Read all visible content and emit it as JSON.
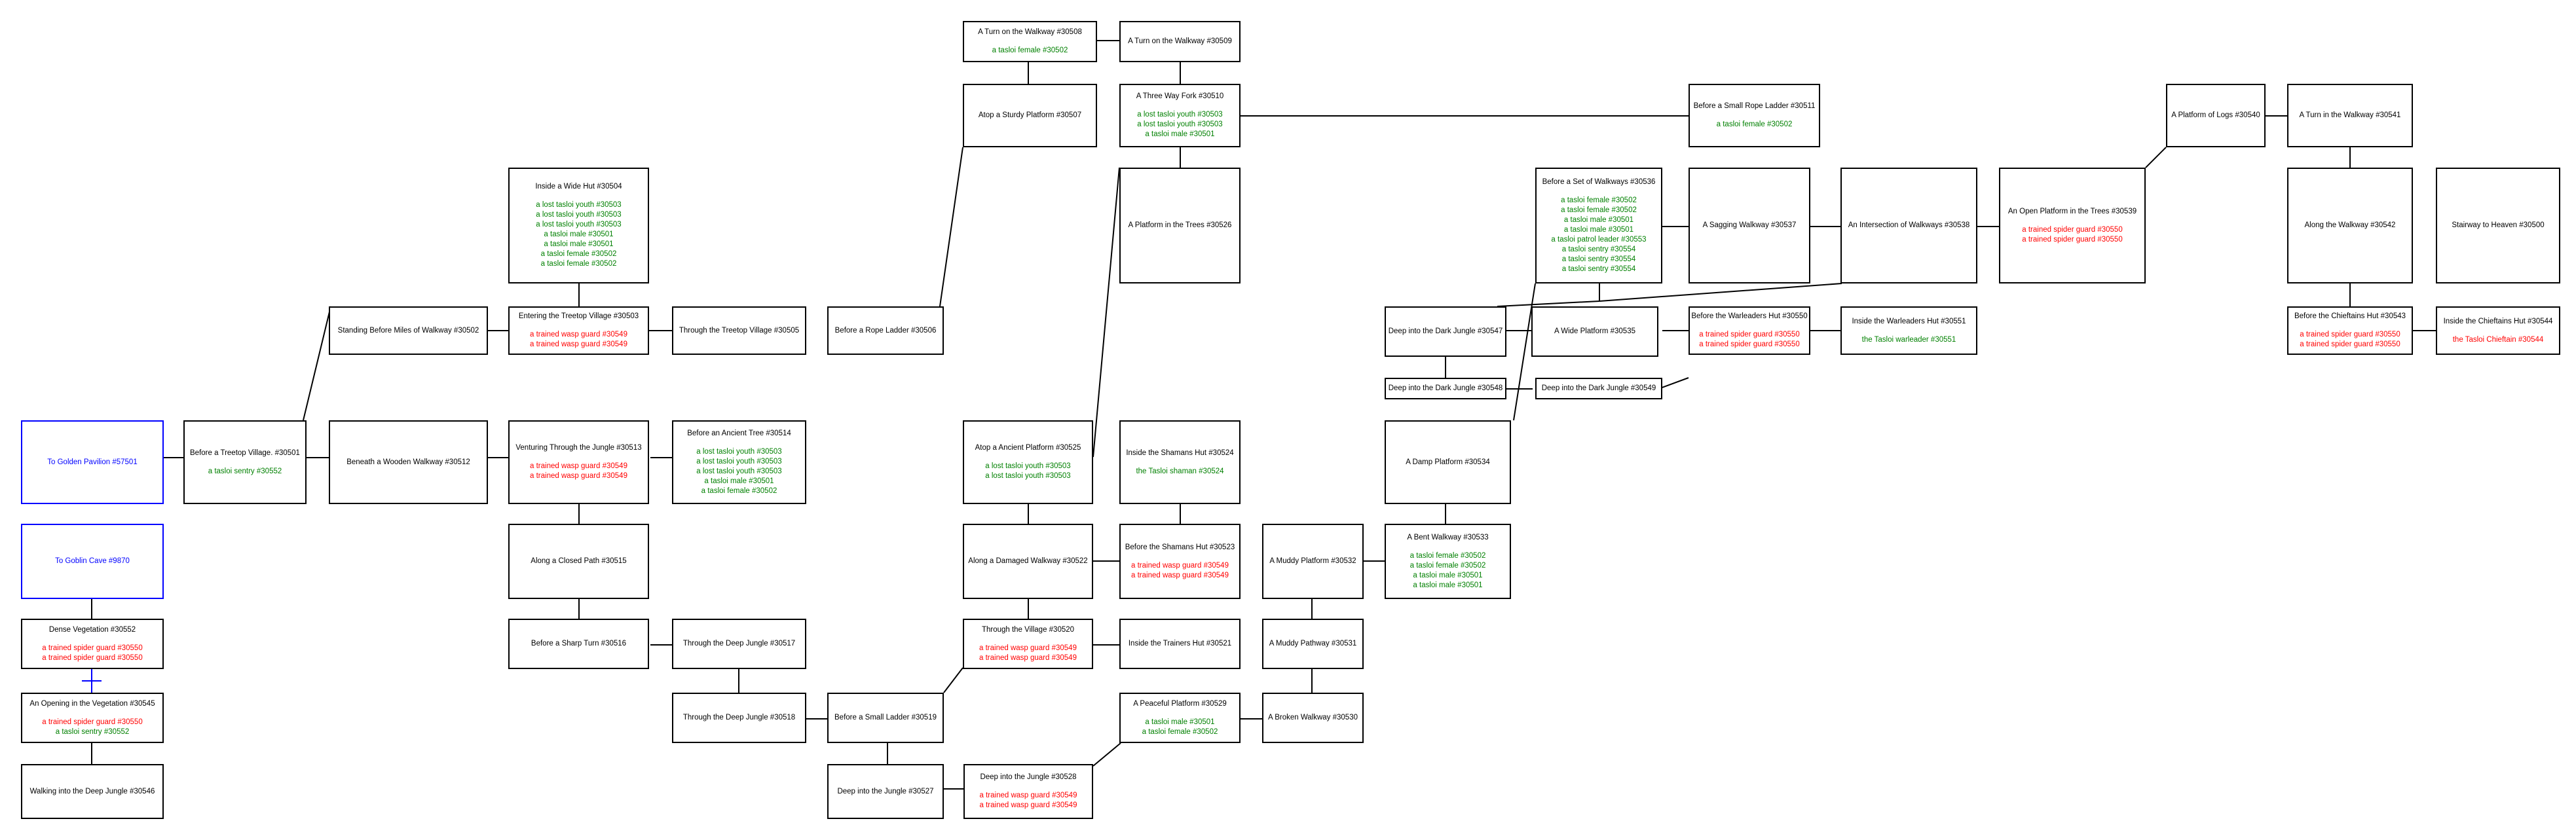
{
  "colors": {
    "background": "#ffffff",
    "border": "#000000",
    "exit": "#0000ff",
    "friendly": "#008000",
    "hostile": "#ff0000",
    "line": "#000000"
  },
  "rooms": [
    {
      "id": "r30508",
      "title": "A Turn on the Walkway #30508",
      "mobs": [
        {
          "text": "a tasloi female #30502",
          "kind": "friendly"
        }
      ]
    },
    {
      "id": "r30509",
      "title": "A Turn on the Walkway #30509",
      "mobs": []
    },
    {
      "id": "r30507",
      "title": "Atop a Sturdy Platform #30507",
      "mobs": []
    },
    {
      "id": "r30510",
      "title": "A Three Way Fork #30510",
      "mobs": [
        {
          "text": "a lost tasloi youth #30503",
          "kind": "friendly"
        },
        {
          "text": "a lost tasloi youth #30503",
          "kind": "friendly"
        },
        {
          "text": "a tasloi male #30501",
          "kind": "friendly"
        }
      ]
    },
    {
      "id": "r30511",
      "title": "Before a Small Rope Ladder #30511",
      "mobs": [
        {
          "text": "a tasloi female #30502",
          "kind": "friendly"
        }
      ]
    },
    {
      "id": "r30540",
      "title": "A Platform of Logs #30540",
      "mobs": []
    },
    {
      "id": "r30541",
      "title": "A Turn in the Walkway #30541",
      "mobs": []
    },
    {
      "id": "r30504",
      "title": "Inside a Wide Hut #30504",
      "mobs": [
        {
          "text": "a lost tasloi youth #30503",
          "kind": "friendly"
        },
        {
          "text": "a lost tasloi youth #30503",
          "kind": "friendly"
        },
        {
          "text": "a lost tasloi youth #30503",
          "kind": "friendly"
        },
        {
          "text": "a tasloi male #30501",
          "kind": "friendly"
        },
        {
          "text": "a tasloi male #30501",
          "kind": "friendly"
        },
        {
          "text": "a tasloi female #30502",
          "kind": "friendly"
        },
        {
          "text": "a tasloi female #30502",
          "kind": "friendly"
        }
      ]
    },
    {
      "id": "r30526",
      "title": "A Platform in the Trees #30526",
      "mobs": []
    },
    {
      "id": "r30536",
      "title": "Before a Set of Walkways #30536",
      "mobs": [
        {
          "text": "a tasloi female #30502",
          "kind": "friendly"
        },
        {
          "text": "a tasloi female #30502",
          "kind": "friendly"
        },
        {
          "text": "a tasloi male #30501",
          "kind": "friendly"
        },
        {
          "text": "a tasloi male #30501",
          "kind": "friendly"
        },
        {
          "text": "a tasloi patrol leader #30553",
          "kind": "friendly"
        },
        {
          "text": "a tasloi sentry #30554",
          "kind": "friendly"
        },
        {
          "text": "a tasloi sentry #30554",
          "kind": "friendly"
        },
        {
          "text": "a tasloi sentry #30554",
          "kind": "friendly"
        }
      ]
    },
    {
      "id": "r30537",
      "title": "A Sagging Walkway #30537",
      "mobs": []
    },
    {
      "id": "r30538",
      "title": "An Intersection of Walkways #30538",
      "mobs": []
    },
    {
      "id": "r30539",
      "title": "An Open Platform in the Trees #30539",
      "mobs": [
        {
          "text": "a trained spider guard #30550",
          "kind": "hostile"
        },
        {
          "text": "a trained spider guard #30550",
          "kind": "hostile"
        }
      ]
    },
    {
      "id": "r30542",
      "title": "Along the Walkway #30542",
      "mobs": []
    },
    {
      "id": "r30500",
      "title": "Stairway to Heaven #30500",
      "mobs": []
    },
    {
      "id": "r30502",
      "title": "Standing Before Miles of Walkway #30502",
      "mobs": []
    },
    {
      "id": "r30503",
      "title": "Entering the Treetop Village #30503",
      "mobs": [
        {
          "text": "a trained wasp guard #30549",
          "kind": "hostile"
        },
        {
          "text": "a trained wasp guard #30549",
          "kind": "hostile"
        }
      ]
    },
    {
      "id": "r30505",
      "title": "Through the Treetop Village #30505",
      "mobs": []
    },
    {
      "id": "r30506",
      "title": "Before a Rope Ladder #30506",
      "mobs": []
    },
    {
      "id": "r30547",
      "title": "Deep into the Dark Jungle #30547",
      "mobs": []
    },
    {
      "id": "r30535",
      "title": "A Wide Platform #30535",
      "mobs": []
    },
    {
      "id": "r30550",
      "title": "Before the Warleaders Hut #30550",
      "mobs": [
        {
          "text": "a trained spider guard #30550",
          "kind": "hostile"
        },
        {
          "text": "a trained spider guard #30550",
          "kind": "hostile"
        }
      ]
    },
    {
      "id": "r30551",
      "title": "Inside the Warleaders Hut #30551",
      "mobs": [
        {
          "text": "the Tasloi warleader #30551",
          "kind": "friendly"
        }
      ]
    },
    {
      "id": "r30543",
      "title": "Before the Chieftains Hut #30543",
      "mobs": [
        {
          "text": "a trained spider guard #30550",
          "kind": "hostile"
        },
        {
          "text": "a trained spider guard #30550",
          "kind": "hostile"
        }
      ]
    },
    {
      "id": "r30544",
      "title": "Inside the Chieftains Hut #30544",
      "mobs": [
        {
          "text": "the Tasloi Chieftain #30544",
          "kind": "hostile"
        }
      ]
    },
    {
      "id": "r30548",
      "title": "Deep into the Dark Jungle #30548",
      "mobs": []
    },
    {
      "id": "r30549",
      "title": "Deep into the Dark Jungle #30549",
      "mobs": []
    },
    {
      "id": "r57501",
      "title": "To Golden Pavilion #57501",
      "mobs": [],
      "exit": true
    },
    {
      "id": "r30501",
      "title": "Before a Treetop Village. #30501",
      "mobs": [
        {
          "text": "a tasloi sentry #30552",
          "kind": "friendly"
        }
      ]
    },
    {
      "id": "r30512",
      "title": "Beneath a Wooden Walkway #30512",
      "mobs": []
    },
    {
      "id": "r30513",
      "title": "Venturing Through the Jungle #30513",
      "mobs": [
        {
          "text": "a trained wasp guard #30549",
          "kind": "hostile"
        },
        {
          "text": "a trained wasp guard #30549",
          "kind": "hostile"
        }
      ]
    },
    {
      "id": "r30514",
      "title": "Before an Ancient Tree #30514",
      "mobs": [
        {
          "text": "a lost tasloi youth #30503",
          "kind": "friendly"
        },
        {
          "text": "a lost tasloi youth #30503",
          "kind": "friendly"
        },
        {
          "text": "a lost tasloi youth #30503",
          "kind": "friendly"
        },
        {
          "text": "a tasloi male #30501",
          "kind": "friendly"
        },
        {
          "text": "a tasloi female #30502",
          "kind": "friendly"
        }
      ]
    },
    {
      "id": "r30525",
      "title": "Atop a Ancient Platform #30525",
      "mobs": [
        {
          "text": "a lost tasloi youth #30503",
          "kind": "friendly"
        },
        {
          "text": "a lost tasloi youth #30503",
          "kind": "friendly"
        }
      ]
    },
    {
      "id": "r30524",
      "title": "Inside the Shamans Hut #30524",
      "mobs": [
        {
          "text": "the Tasloi shaman #30524",
          "kind": "friendly"
        }
      ]
    },
    {
      "id": "r30534",
      "title": "A Damp Platform #30534",
      "mobs": []
    },
    {
      "id": "r9870",
      "title": "To Goblin Cave #9870",
      "mobs": [],
      "exit": true
    },
    {
      "id": "r30515",
      "title": "Along a Closed Path #30515",
      "mobs": []
    },
    {
      "id": "r30522",
      "title": "Along a Damaged Walkway #30522",
      "mobs": []
    },
    {
      "id": "r30523",
      "title": "Before the Shamans Hut #30523",
      "mobs": [
        {
          "text": "a trained wasp guard #30549",
          "kind": "hostile"
        },
        {
          "text": "a trained wasp guard #30549",
          "kind": "hostile"
        }
      ]
    },
    {
      "id": "r30532",
      "title": "A Muddy Platform #30532",
      "mobs": []
    },
    {
      "id": "r30533",
      "title": "A Bent Walkway #30533",
      "mobs": [
        {
          "text": "a tasloi female #30502",
          "kind": "friendly"
        },
        {
          "text": "a tasloi female #30502",
          "kind": "friendly"
        },
        {
          "text": "a tasloi male #30501",
          "kind": "friendly"
        },
        {
          "text": "a tasloi male #30501",
          "kind": "friendly"
        }
      ]
    },
    {
      "id": "r30552",
      "title": "Dense Vegetation #30552",
      "mobs": [
        {
          "text": "a trained spider guard #30550",
          "kind": "hostile"
        },
        {
          "text": "a trained spider guard #30550",
          "kind": "hostile"
        }
      ]
    },
    {
      "id": "r30516",
      "title": "Before a Sharp Turn #30516",
      "mobs": []
    },
    {
      "id": "r30517",
      "title": "Through the Deep Jungle #30517",
      "mobs": []
    },
    {
      "id": "r30520",
      "title": "Through the Village #30520",
      "mobs": [
        {
          "text": "a trained wasp guard #30549",
          "kind": "hostile"
        },
        {
          "text": "a trained wasp guard #30549",
          "kind": "hostile"
        }
      ]
    },
    {
      "id": "r30521",
      "title": "Inside the Trainers Hut #30521",
      "mobs": []
    },
    {
      "id": "r30531",
      "title": "A Muddy Pathway #30531",
      "mobs": []
    },
    {
      "id": "r30545",
      "title": "An Opening in the Vegetation #30545",
      "mobs": [
        {
          "text": "a trained spider guard #30550",
          "kind": "hostile"
        },
        {
          "text": "a tasloi sentry #30552",
          "kind": "friendly"
        }
      ]
    },
    {
      "id": "r30518",
      "title": "Through the Deep Jungle #30518",
      "mobs": []
    },
    {
      "id": "r30519",
      "title": "Before a Small Ladder #30519",
      "mobs": []
    },
    {
      "id": "r30529",
      "title": "A Peaceful Platform #30529",
      "mobs": [
        {
          "text": "a tasloi male #30501",
          "kind": "friendly"
        },
        {
          "text": "a tasloi female #30502",
          "kind": "friendly"
        }
      ]
    },
    {
      "id": "r30530",
      "title": "A Broken Walkway #30530",
      "mobs": []
    },
    {
      "id": "r30546",
      "title": "Walking into the Deep Jungle #30546",
      "mobs": []
    },
    {
      "id": "r30527",
      "title": "Deep into the Jungle #30527",
      "mobs": []
    },
    {
      "id": "r30528",
      "title": "Deep into the Jungle #30528",
      "mobs": [
        {
          "text": "a trained wasp guard #30549",
          "kind": "hostile"
        },
        {
          "text": "a trained wasp guard #30549",
          "kind": "hostile"
        }
      ]
    }
  ]
}
